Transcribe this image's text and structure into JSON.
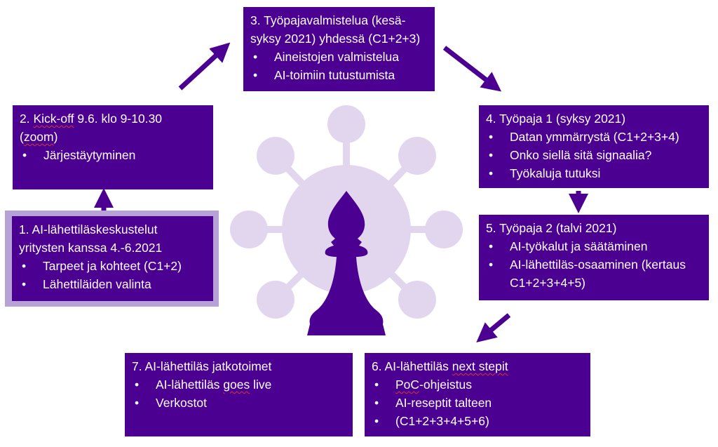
{
  "colors": {
    "box": "#4b0091",
    "icon_light": "#e2d6ef",
    "highlight_border": "#b6a2d6"
  },
  "steps": [
    {
      "title": "1. AI-lähettiläskeskustelut yritysten kanssa 4.-6.2021",
      "bullets": [
        "Tarpeet ja kohteet (C1+2)",
        "Lähettiläiden valinta"
      ]
    },
    {
      "title_a": "2.",
      "title_b": "Kick-off",
      "title_c": "9.6. klo 9-10.30",
      "title_d": "(",
      "title_e": "zoom",
      "title_f": ")",
      "bullets": [
        "Järjestäytyminen"
      ]
    },
    {
      "title": "3. Työpajavalmistelua (kesä-syksy 2021) yhdessä (C1+2+3)",
      "bullets": [
        "Aineistojen valmistelua",
        "AI-toimiin tutustumista"
      ]
    },
    {
      "title": "4. Työpaja 1 (syksy 2021)",
      "bullets": [
        "Datan ymmärrystä (C1+2+3+4)",
        "Onko siellä sitä signaalia?",
        "Työkaluja tutuksi"
      ]
    },
    {
      "title": "5. Työpaja 2 (talvi 2021)",
      "bullets": [
        "AI-työkalut ja säätäminen",
        "AI-lähettiläs-osaaminen (kertaus C1+2+3+4+5)"
      ]
    },
    {
      "title_a": "6. AI-lähettiläs",
      "title_b": "next stepit",
      "bullets_b": [
        {
          "a": "PoC",
          "b": "-ohjeistus"
        }
      ],
      "bullets": [
        "AI-reseptit talteen",
        "(C1+2+3+4+5+6)"
      ]
    },
    {
      "title": "7. AI-lähettiläs jatkotoimet",
      "bullet_a": "AI-lähettiläs",
      "bullet_b": "goes",
      "bullet_c": "live",
      "bullets": [
        "Verkostot"
      ]
    }
  ]
}
